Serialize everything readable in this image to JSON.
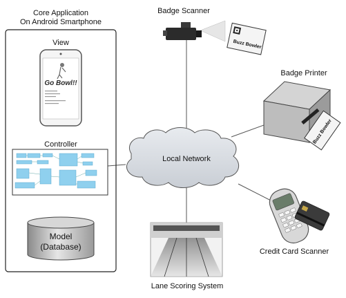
{
  "core_app": {
    "title_line1": "Core Application",
    "title_line2": "On Android Smartphone",
    "view_label": "View",
    "controller_label": "Controller",
    "model_line1": "Model",
    "model_line2": "(Database)",
    "phone_screen_title": "Go Bowl!!"
  },
  "network": {
    "label": "Local Network"
  },
  "badge_scanner": {
    "label": "Badge Scanner",
    "badge_text": "Buzz Bowler"
  },
  "badge_printer": {
    "label": "Badge Printer",
    "badge_text": "Buzz Bowler"
  },
  "credit_card": {
    "label": "Credit Card Scanner"
  },
  "lane_scoring": {
    "label": "Lane Scoring System"
  }
}
